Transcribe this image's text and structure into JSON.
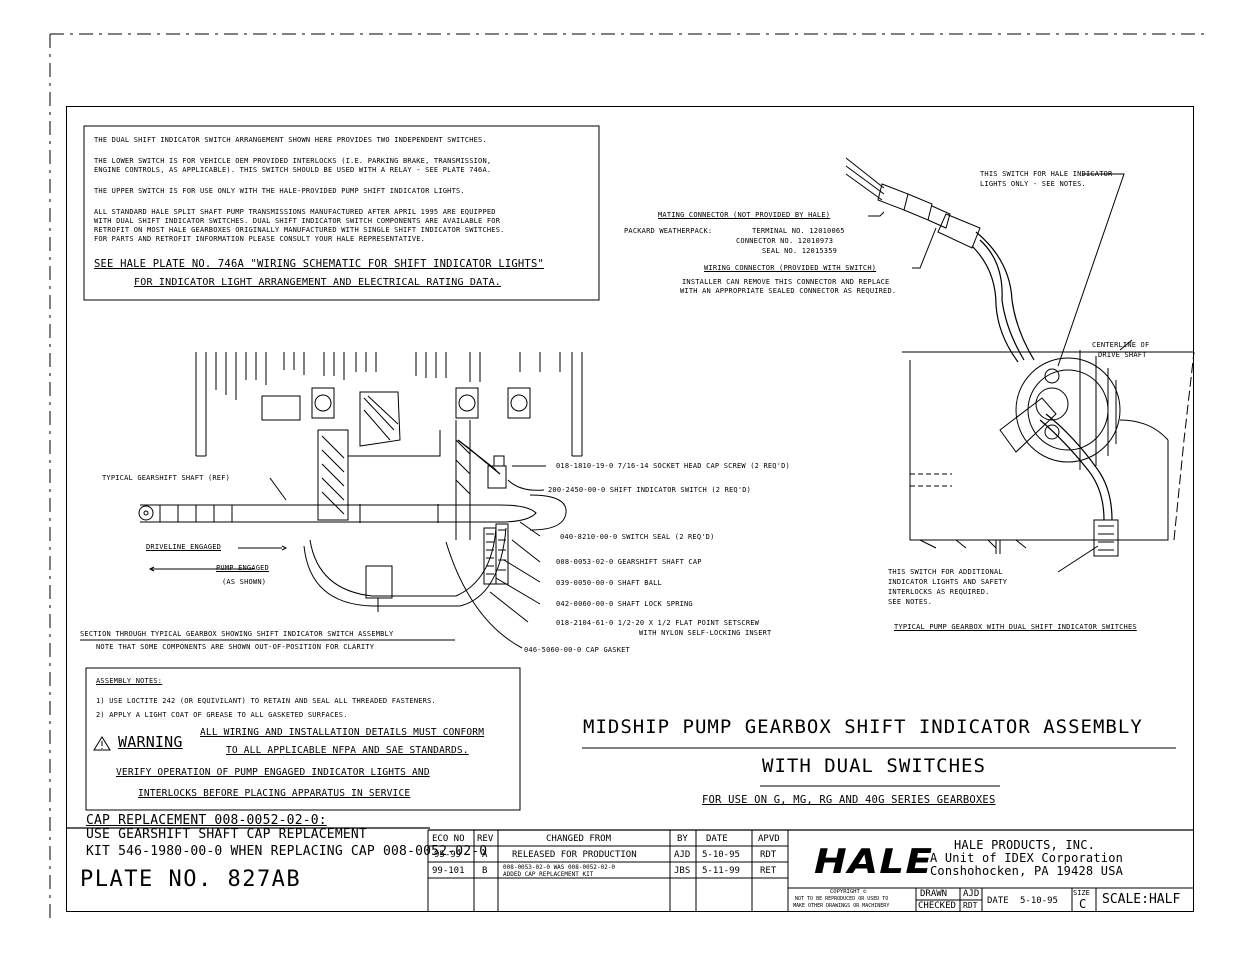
{
  "notes_box": {
    "para1": "THE DUAL SHIFT INDICATOR SWITCH ARRANGEMENT SHOWN HERE PROVIDES TWO INDEPENDENT SWITCHES.",
    "para2_l1": "THE LOWER SWITCH IS FOR VEHICLE OEM PROVIDED INTERLOCKS (I.E. PARKING BRAKE, TRANSMISSION,",
    "para2_l2": "ENGINE CONTROLS, AS APPLICABLE). THIS SWITCH SHOULD BE USED WITH A RELAY - SEE PLATE 746A.",
    "para3": "THE UPPER SWITCH IS FOR USE ONLY WITH THE HALE-PROVIDED PUMP SHIFT INDICATOR LIGHTS.",
    "para4_l1": "ALL STANDARD HALE SPLIT SHAFT PUMP TRANSMISSIONS MANUFACTURED AFTER APRIL 1995 ARE EQUIPPED",
    "para4_l2": "WITH DUAL SHIFT INDICATOR SWITCHES. DUAL SHIFT INDICATOR SWITCH COMPONENTS ARE AVAILABLE FOR",
    "para4_l3": "RETROFIT ON MOST HALE GEARBOXES ORIGINALLY MANUFACTURED WITH SINGLE SHIFT INDICATOR SWITCHES.",
    "para4_l4": "FOR PARTS AND RETROFIT INFORMATION PLEASE CONSULT YOUR HALE REPRESENTATIVE.",
    "see_l1": "SEE HALE PLATE NO. 746A \"WIRING SCHEMATIC FOR SHIFT INDICATOR LIGHTS\"",
    "see_l2": "FOR INDICATOR LIGHT ARRANGEMENT AND ELECTRICAL RATING DATA."
  },
  "connector": {
    "mating": "MATING CONNECTOR (NOT PROVIDED BY HALE)",
    "packard": "PACKARD WEATHERPACK:",
    "terminal": "TERMINAL NO. 12010065",
    "conn_no": "CONNECTOR NO. 12010973",
    "seal": "SEAL NO. 12015359",
    "wiring": "WIRING CONNECTOR (PROVIDED WITH SWITCH)",
    "installer_l1": "INSTALLER CAN REMOVE THIS CONNECTOR AND REPLACE",
    "installer_l2": "WITH AN APPROPRIATE SEALED CONNECTOR AS REQUIRED."
  },
  "switch_hale": {
    "l1": "THIS SWITCH FOR HALE INDICATOR",
    "l2": "LIGHTS ONLY - SEE NOTES."
  },
  "centerline": {
    "l1": "CENTERLINE OF",
    "l2": "DRIVE SHAFT"
  },
  "switch_add": {
    "l1": "THIS SWITCH FOR ADDITIONAL",
    "l2": "INDICATOR LIGHTS AND SAFETY",
    "l3": "INTERLOCKS AS REQUIRED.",
    "l4": "SEE NOTES."
  },
  "typical_pump": "TYPICAL PUMP GEARBOX WITH DUAL SHIFT INDICATOR SWITCHES",
  "section": {
    "gearshaft": "TYPICAL GEARSHIFT SHAFT (REF)",
    "driveline": "DRIVELINE ENGAGED",
    "pump_engaged": "PUMP ENGAGED",
    "as_shown": "(AS SHOWN)",
    "title": "SECTION THROUGH TYPICAL GEARBOX SHOWING SHIFT INDICATOR SWITCH ASSEMBLY",
    "note": "NOTE THAT SOME COMPONENTS ARE SHOWN OUT-OF-POSITION FOR CLARITY"
  },
  "parts": [
    "018-1810-19-0  7/16-14 SOCKET HEAD CAP SCREW (2 REQ'D)",
    "200-2450-00-0  SHIFT INDICATOR SWITCH (2 REQ'D)",
    "040-8210-00-0  SWITCH SEAL (2 REQ'D)",
    "008-0053-02-0 GEARSHIFT SHAFT CAP",
    "039-0050-00-0  SHAFT BALL",
    "042-0060-00-0  SHAFT LOCK SPRING",
    "018-2104-61-0  1/2-20 X 1/2  FLAT POINT SETSCREW",
    "WITH NYLON SELF-LOCKING INSERT",
    "046-5060-00-0 CAP GASKET"
  ],
  "assembly": {
    "heading": "ASSEMBLY NOTES:",
    "n1": "1) USE LOCTITE 242 (OR EQUIVILANT) TO RETAIN AND SEAL ALL THREADED FASTENERS.",
    "n2": "2) APPLY A LIGHT COAT OF GREASE TO ALL GASKETED SURFACES.",
    "warning": "WARNING",
    "w1": "ALL WIRING AND INSTALLATION DETAILS MUST CONFORM",
    "w2": "TO ALL APPLICABLE NFPA AND SAE STANDARDS.",
    "v1": "VERIFY OPERATION OF PUMP ENGAGED INDICATOR LIGHTS AND",
    "v2": "INTERLOCKS BEFORE PLACING APPARATUS IN SERVICE"
  },
  "title": {
    "l1": "MIDSHIP PUMP GEARBOX SHIFT INDICATOR ASSEMBLY",
    "l2": "WITH DUAL SWITCHES",
    "l3": "FOR USE ON G, MG, RG AND 40G SERIES GEARBOXES"
  },
  "cap": {
    "l1": "CAP REPLACEMENT 008-0052-02-0:",
    "l2": "USE GEARSHIFT SHAFT CAP REPLACEMENT",
    "l3": "KIT 546-1980-00-0 WHEN REPLACING CAP 008-0052-02-0"
  },
  "plate": "PLATE NO. 827AB",
  "rev_table": {
    "headers": [
      "ECO NO",
      "REV",
      "CHANGED FROM",
      "BY",
      "DATE",
      "APVD"
    ],
    "rows": [
      [
        "95-99",
        "A",
        "RELEASED FOR PRODUCTION",
        "AJD",
        "5-10-95",
        "RDT"
      ],
      [
        "99-101",
        "B",
        "008-0053-02-0 WAS 008-0052-02-0",
        "JBS",
        "5-11-99",
        "RET"
      ]
    ],
    "row2_extra": "ADDED CAP REPLACEMENT KIT"
  },
  "company": {
    "logo": "HALE",
    "name": "HALE PRODUCTS, INC.",
    "unit": "A Unit of IDEX Corporation",
    "address": "Conshohocken, PA 19428 USA"
  },
  "copyright": {
    "l1": "COPYRIGHT ©",
    "l2": "NOT TO BE REPRODUCED OR USED TO",
    "l3": "MAKE OTHER DRAWINGS OR MACHINERY"
  },
  "signoff": {
    "drawn": "DRAWN",
    "drawn_by": "AJD",
    "checked": "CHECKED",
    "checked_by": "RDT",
    "date_label": "DATE",
    "date": "5-10-95",
    "size_label": "SIZE",
    "size": "C",
    "scale": "SCALE:HALF"
  }
}
